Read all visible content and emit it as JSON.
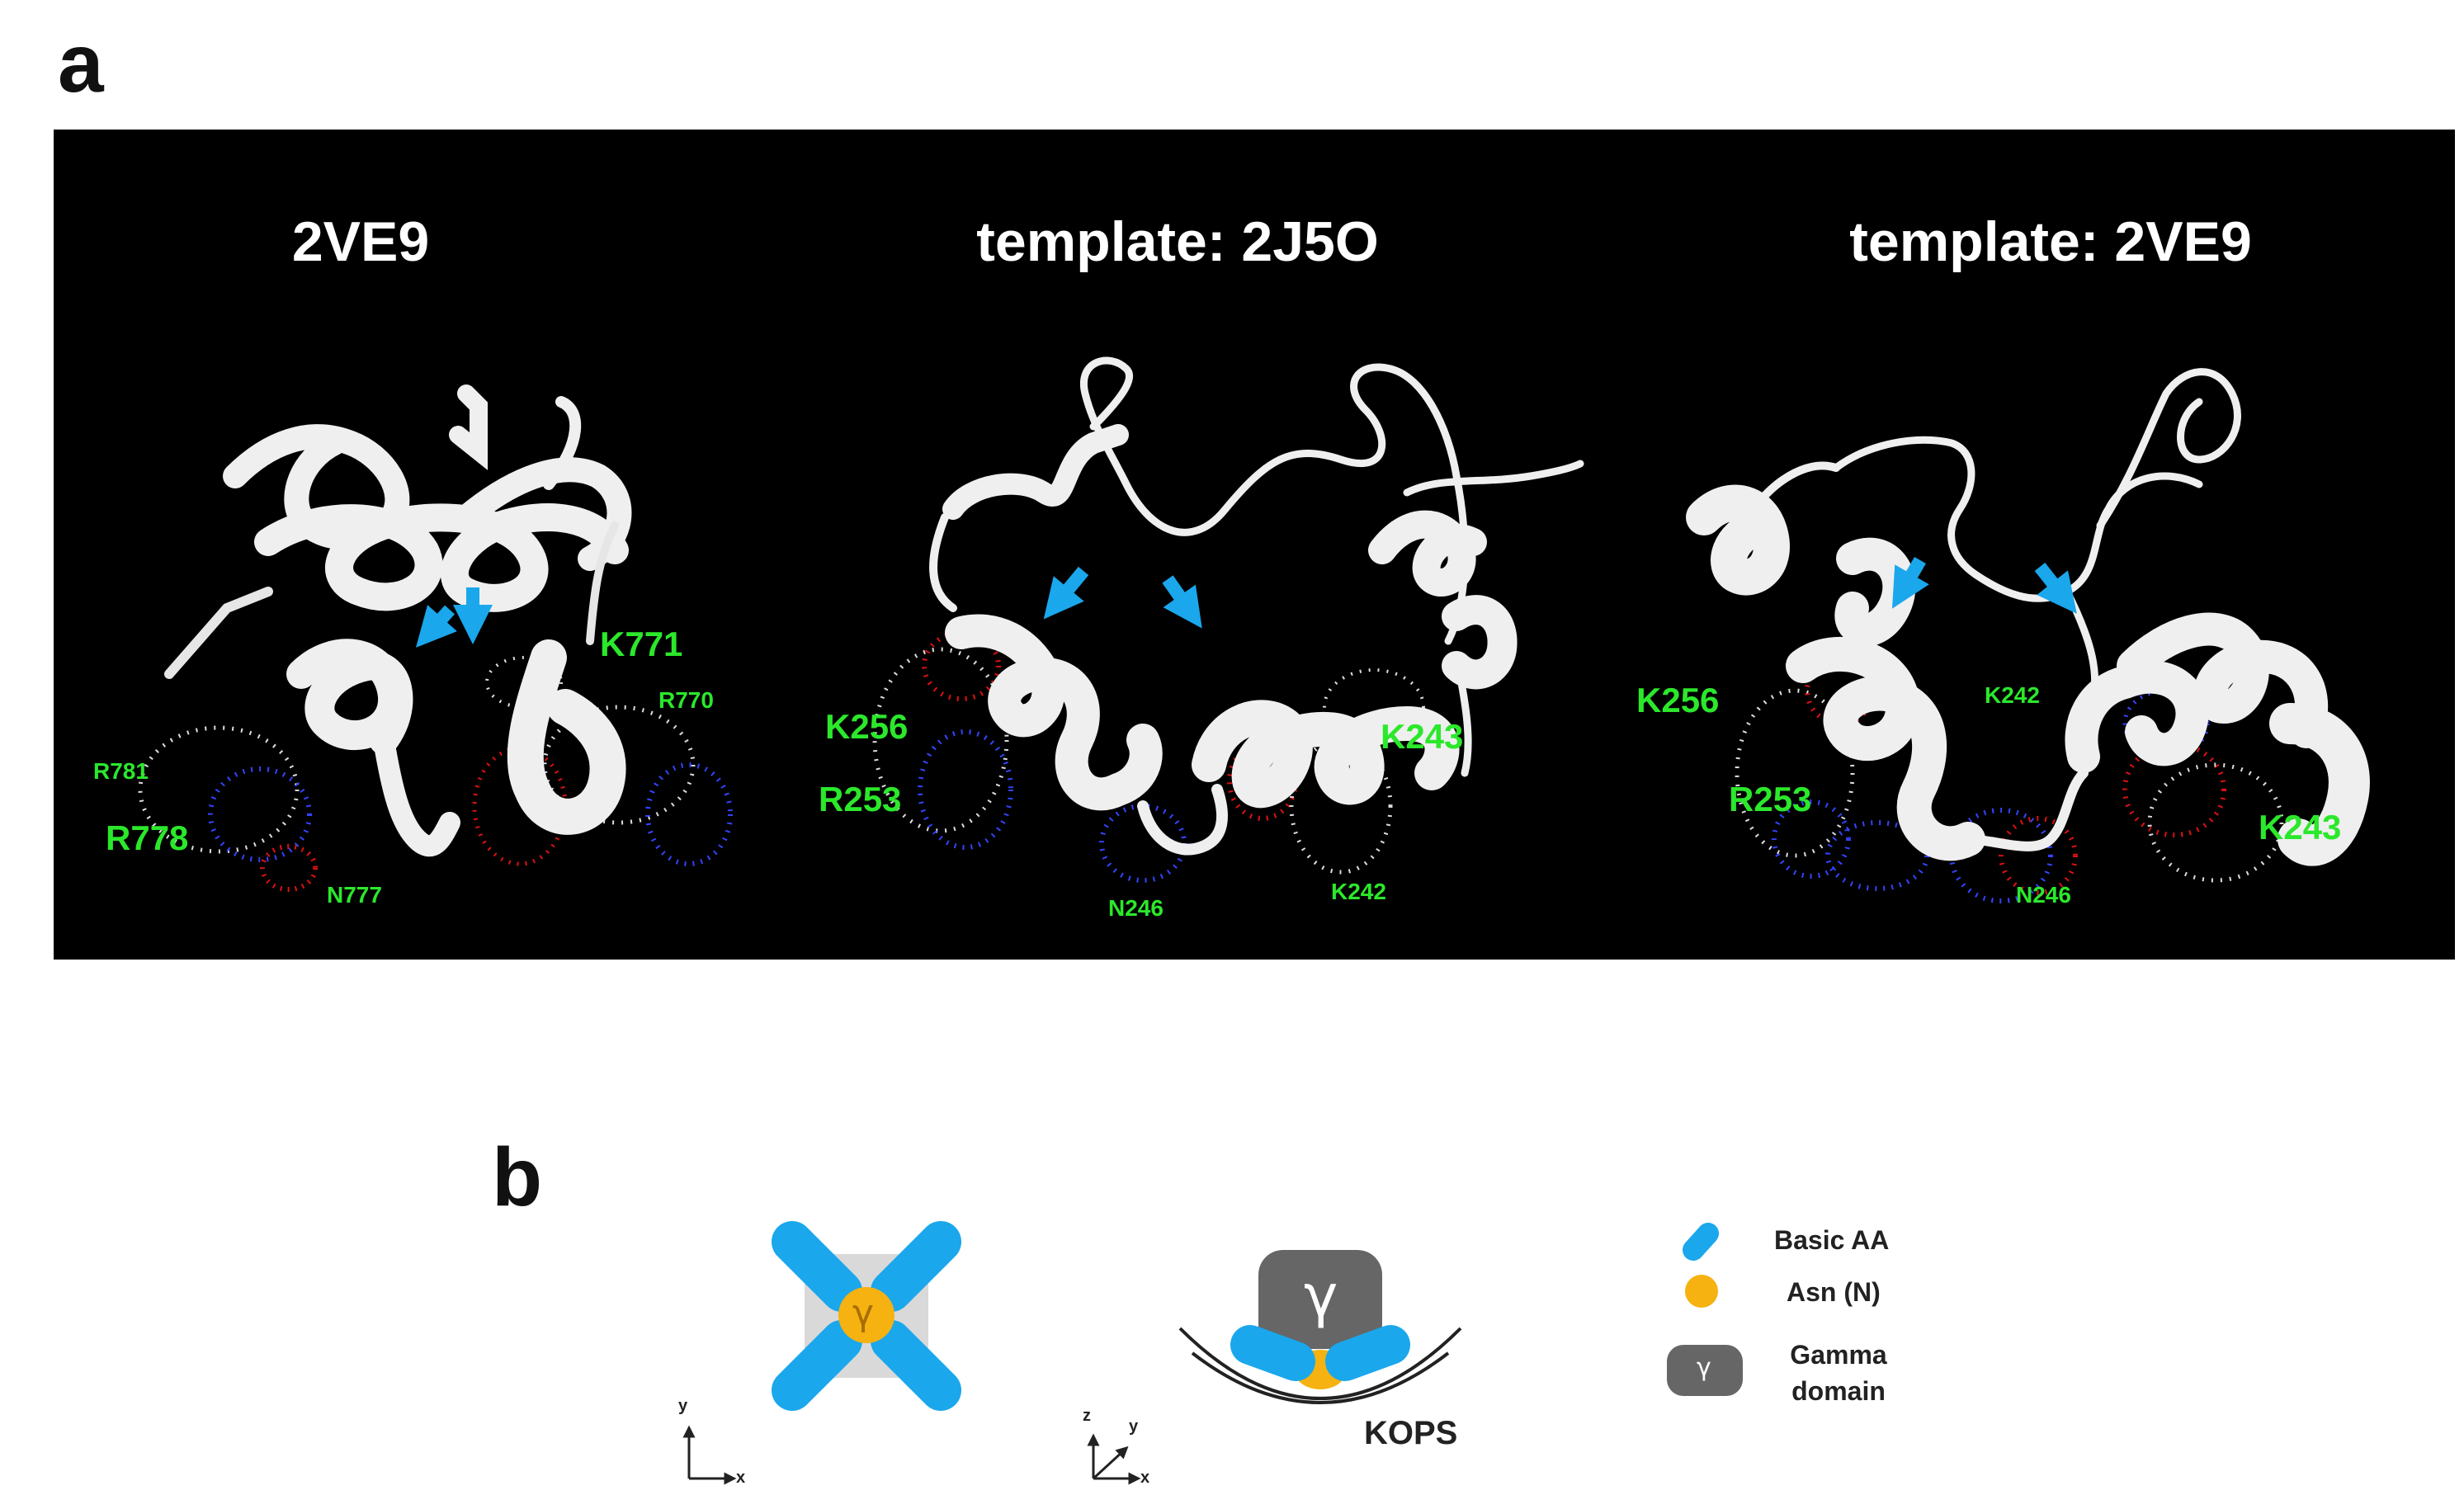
{
  "panel_a": {
    "letter": "a",
    "structures": [
      {
        "title": "2VE9",
        "residue_labels": [
          "K771",
          "R770",
          "R781",
          "R778",
          "N777"
        ]
      },
      {
        "title": "template: 2J5O",
        "residue_labels": [
          "K256",
          "R253",
          "K243",
          "N246",
          "K242"
        ]
      },
      {
        "title": "template: 2VE9",
        "residue_labels": [
          "K256",
          "K242",
          "R253",
          "K243",
          "N246"
        ]
      }
    ]
  },
  "panel_b": {
    "letter": "b",
    "gamma_symbol": "γ",
    "kops_label": "KOPS",
    "top_view_axes": [
      "y",
      "x"
    ],
    "side_view_axes": [
      "z",
      "y",
      "x"
    ],
    "legend": [
      {
        "icon": "basic-aa-icon",
        "label": "Basic AA",
        "color": "#1aa7ec"
      },
      {
        "icon": "asn-icon",
        "label": "Asn (N)",
        "color": "#f5b211"
      },
      {
        "icon": "gamma-domain-icon",
        "label": "Gamma domain",
        "color": "#666666"
      }
    ]
  }
}
